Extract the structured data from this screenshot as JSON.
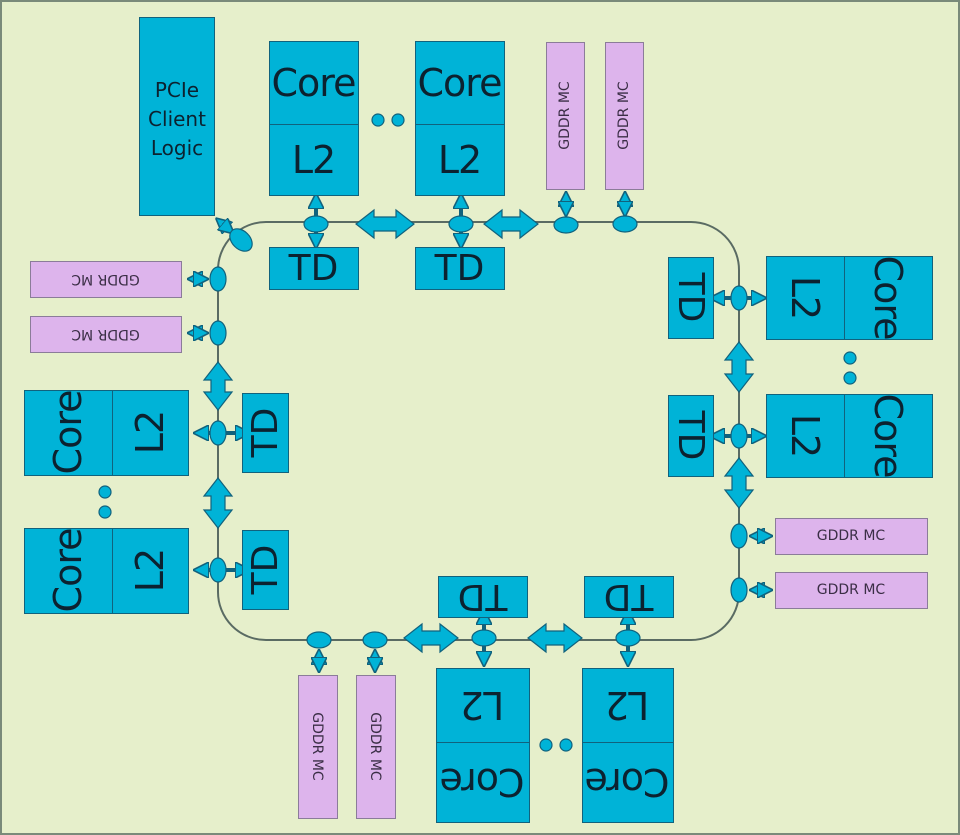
{
  "labels": {
    "core": "Core",
    "l2": "L2",
    "td": "TD",
    "gddr_mc": "GDDR MC",
    "pcie_line1": "PCIe",
    "pcie_line2": "Client",
    "pcie_line3": "Logic"
  },
  "colors": {
    "background": "#e6efcb",
    "block_fill": "#00b3d7",
    "memory_controller_fill": "#ddb4ec",
    "ring": "#5a6b63"
  }
}
